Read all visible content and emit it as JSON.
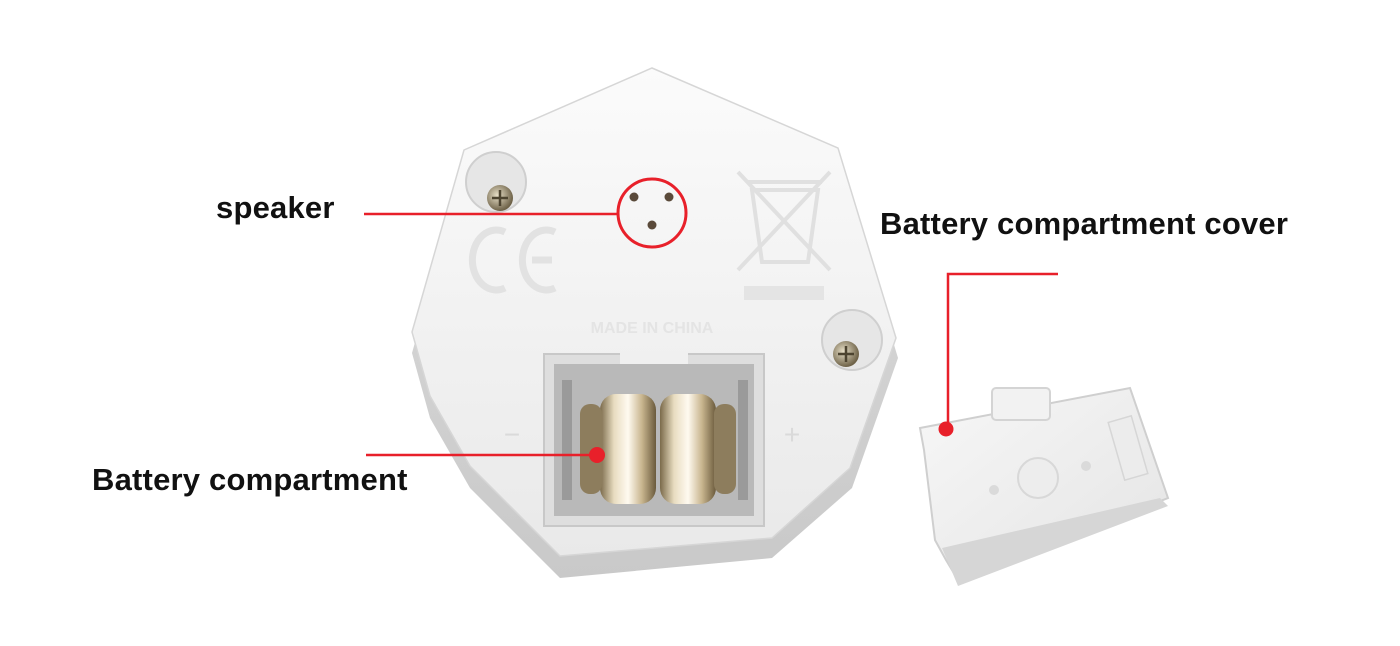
{
  "callouts": {
    "speaker": "speaker",
    "battery_compartment": "Battery compartment",
    "battery_cover": "Battery compartment cover"
  },
  "device_markings": {
    "origin": "MADE IN CHINA",
    "ce": "CE",
    "polarity_plus": "+",
    "polarity_minus": "−"
  },
  "colors": {
    "callout_line": "#e8202a",
    "device_body": "#f4f4f4",
    "background": "#ffffff"
  },
  "icons": [
    "weee-bin-icon",
    "screw-icon",
    "ce-mark-icon"
  ]
}
